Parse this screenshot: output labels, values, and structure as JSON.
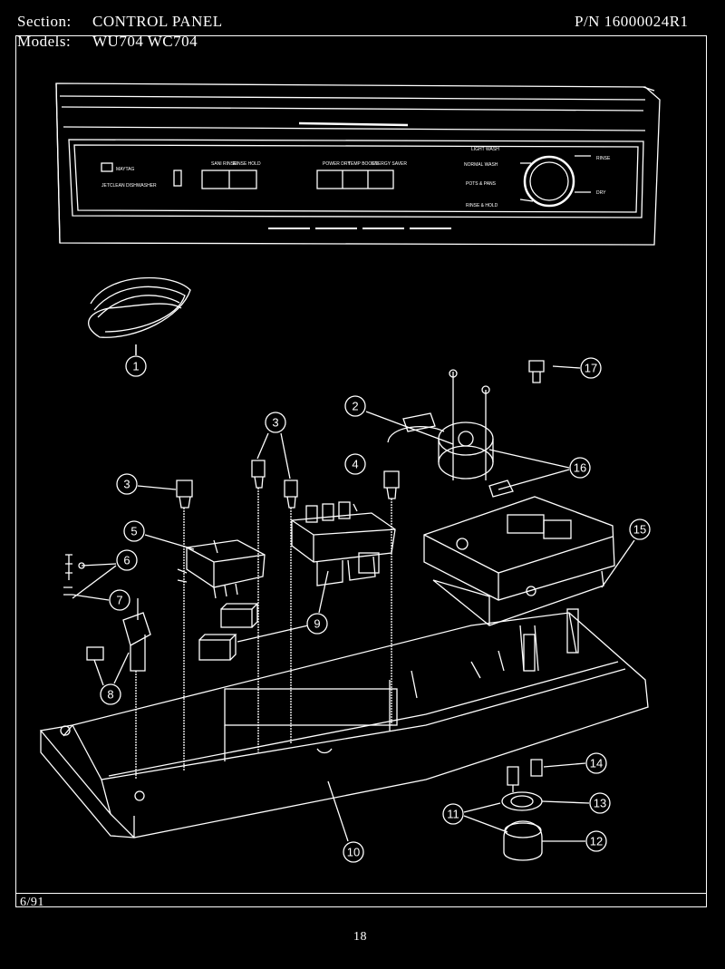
{
  "header": {
    "section_label": "Section:",
    "section_value": "CONTROL PANEL",
    "part_number": "P/N 16000024R1",
    "models_label": "Models:",
    "models_value": "WU704  WC704"
  },
  "footer": {
    "date": "6/91",
    "page_number": "18"
  },
  "panel_illustration": {
    "brand": "MAYTAG",
    "subtitle": "JETCLEAN DISHWASHER",
    "button_labels_left": [
      "SANI RINSE",
      "RINSE HOLD"
    ],
    "button_labels_mid": [
      "POWER DRY",
      "TEMP BOOST",
      "ENERGY SAVER"
    ],
    "dial_labels": [
      "LIGHT WASH",
      "NORMAL WASH",
      "POTS & PANS",
      "RINSE & HOLD"
    ],
    "dial_side_labels": [
      "RINSE",
      "DRY"
    ]
  },
  "callouts": [
    {
      "label": "1"
    },
    {
      "label": "2"
    },
    {
      "label": "3"
    },
    {
      "label": "3"
    },
    {
      "label": "4"
    },
    {
      "label": "5"
    },
    {
      "label": "6"
    },
    {
      "label": "7"
    },
    {
      "label": "8"
    },
    {
      "label": "9"
    },
    {
      "label": "10"
    },
    {
      "label": "11"
    },
    {
      "label": "12"
    },
    {
      "label": "13"
    },
    {
      "label": "14"
    },
    {
      "label": "15"
    },
    {
      "label": "16"
    },
    {
      "label": "17"
    }
  ],
  "colors": {
    "background": "#000000",
    "ink": "#ffffff"
  }
}
